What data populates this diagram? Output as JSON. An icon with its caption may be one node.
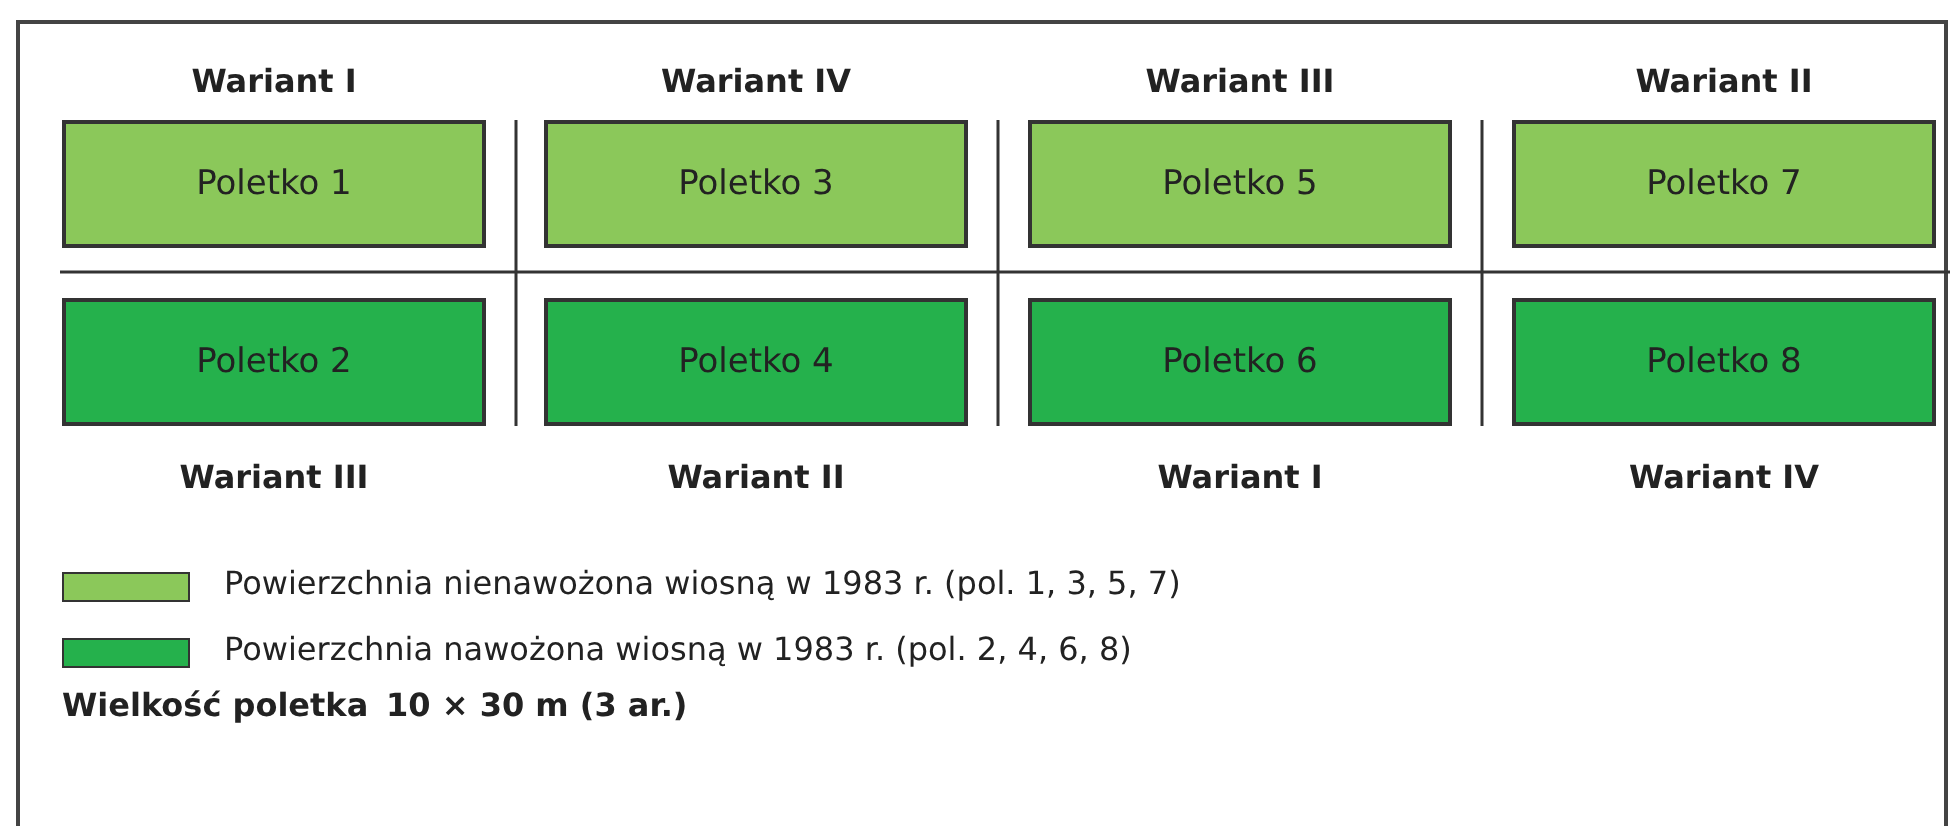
{
  "diagram": {
    "nodes": [
      {
        "text": [
          "Poletko 1"
        ],
        "beside": [
          "Wariant I"
        ]
      },
      {
        "text": [
          "Poletko 3"
        ],
        "beside": [
          "Wariant IV"
        ]
      },
      {
        "text": [
          "Poletko 5"
        ],
        "beside": [
          "Wariant III"
        ]
      },
      {
        "text": [
          "Poletko 7"
        ],
        "beside": [
          "Wariant II"
        ]
      },
      {
        "text": [
          "Poletko 2"
        ],
        "beside": [
          "Wariant III"
        ]
      },
      {
        "text": [
          "Poletko 4"
        ],
        "beside": [
          "Wariant II"
        ]
      },
      {
        "text": [
          "Poletko 6"
        ],
        "beside": [
          "Wariant I"
        ]
      },
      {
        "text": [
          "Poletko 8"
        ],
        "beside": [
          "Wariant IV"
        ]
      }
    ],
    "edges": [],
    "labels": [
      "Wielkość poletka",
      "10 × 30 m (3 ar.)"
    ],
    "legend": [
      {
        "text": "Powierzchnia nienawożona wiosną w 1983 r. (pol. 1, 3, 5, 7)",
        "color": "#8bc85a"
      },
      {
        "text": "Powierzchnia nawożona wiosną w 1983 r. (pol. 2, 4, 6, 8)",
        "color": "#25b14c"
      }
    ]
  }
}
